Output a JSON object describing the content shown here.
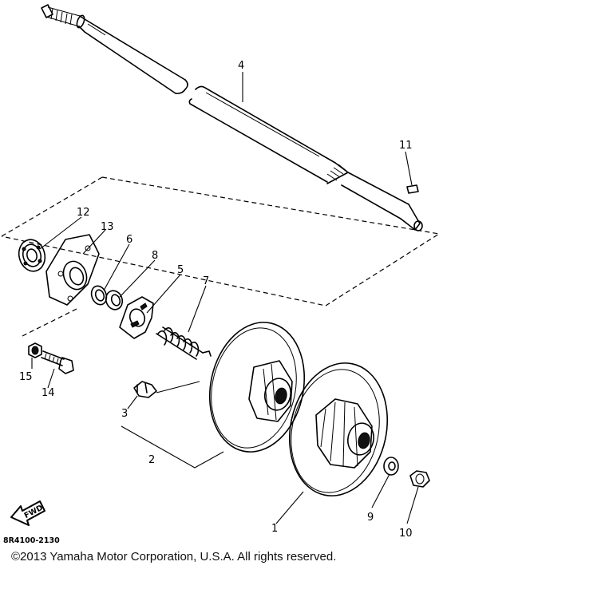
{
  "callouts": {
    "n1": "1",
    "n2": "2",
    "n3": "3",
    "n4": "4",
    "n5": "5",
    "n6": "6",
    "n7": "7",
    "n8": "8",
    "n9": "9",
    "n10": "10",
    "n11": "11",
    "n12": "12",
    "n13": "13",
    "n14": "14",
    "n15": "15"
  },
  "diagram_code": "8R4100-2130",
  "fwd_label": "FWD",
  "copyright": "©2013 Yamaha Motor Corporation, U.S.A. All rights reserved.",
  "colors": {
    "line": "#000000",
    "background": "#ffffff"
  }
}
